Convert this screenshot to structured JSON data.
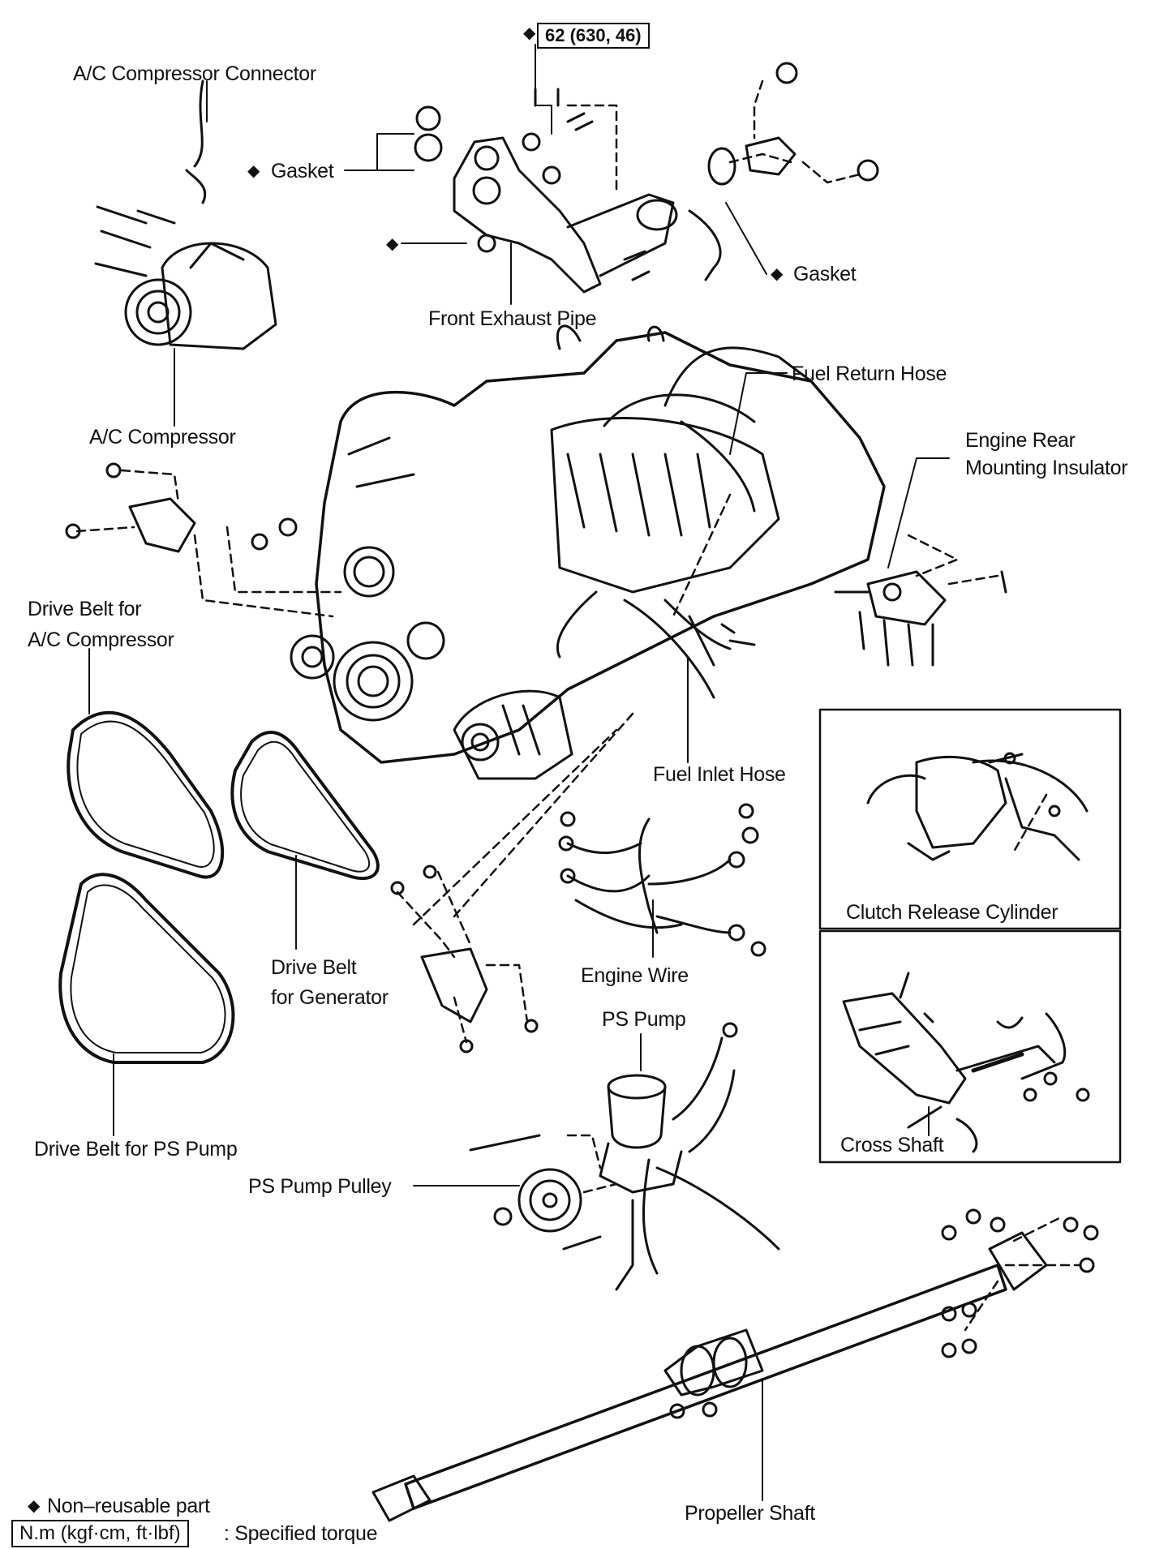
{
  "torque_spec": "62 (630, 46)",
  "labels": {
    "ac_connector": "A/C Compressor Connector",
    "gasket_left": "Gasket",
    "gasket_right": "Gasket",
    "front_exhaust_pipe": "Front Exhaust Pipe",
    "ac_compressor": "A/C Compressor",
    "fuel_return_hose": "Fuel Return Hose",
    "engine_rear_mount": "Engine Rear\nMounting Insulator",
    "drive_belt_ac": "Drive Belt for\nA/C Compressor",
    "fuel_inlet_hose": "Fuel Inlet Hose",
    "clutch_release_cylinder": "Clutch Release Cylinder",
    "drive_belt_generator": "Drive Belt\nfor Generator",
    "engine_wire": "Engine Wire",
    "ps_pump": "PS Pump",
    "drive_belt_ps": "Drive Belt for PS Pump",
    "cross_shaft": "Cross Shaft",
    "ps_pump_pulley": "PS Pump Pulley",
    "propeller_shaft": "Propeller Shaft"
  },
  "legend": {
    "non_reusable": "Non–reusable part",
    "torque_unit": "N.m (kgf·cm, ft·lbf)",
    "torque_text": ": Specified torque"
  },
  "symbols": {
    "non_reusable_marker": "◆"
  }
}
